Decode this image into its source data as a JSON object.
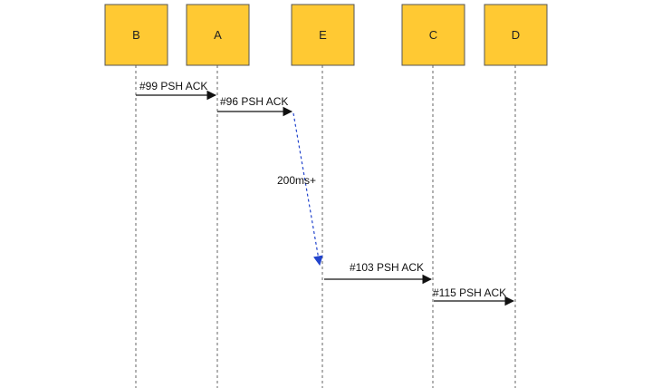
{
  "participants": [
    {
      "id": "B",
      "label": "B"
    },
    {
      "id": "A",
      "label": "A"
    },
    {
      "id": "E",
      "label": "E"
    },
    {
      "id": "C",
      "label": "C"
    },
    {
      "id": "D",
      "label": "D"
    }
  ],
  "messages": [
    {
      "from": "B",
      "to": "A",
      "label": "#99 PSH ACK"
    },
    {
      "from": "A",
      "to": "E",
      "label": "#96 PSH ACK"
    },
    {
      "from": "E",
      "to": "C",
      "label": "#103 PSH ACK"
    },
    {
      "from": "C",
      "to": "D",
      "label": "#115 PSH ACK"
    }
  ],
  "delay": {
    "label": "200ms+"
  },
  "colors": {
    "box": "#FFC933",
    "delay_arrow": "#2244cc",
    "arrow": "#111111"
  }
}
